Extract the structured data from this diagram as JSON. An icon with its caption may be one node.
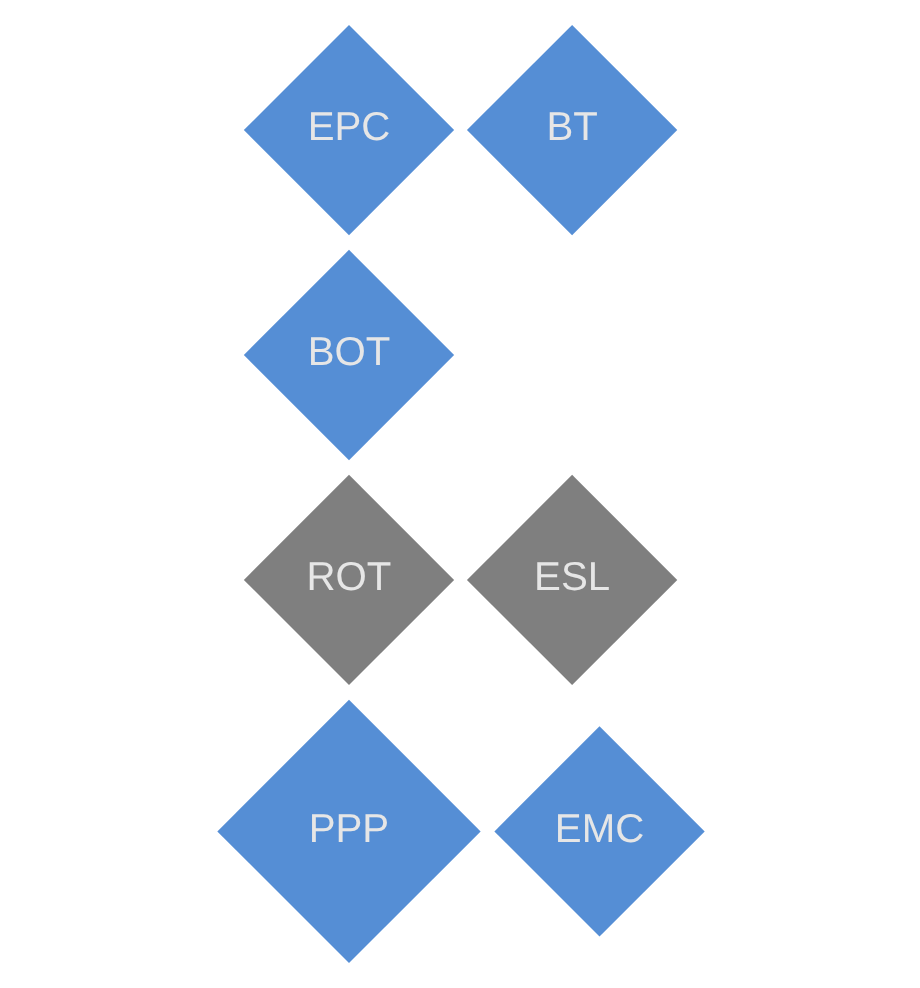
{
  "diagram": {
    "nodes": [
      {
        "text": [
          "EPC"
        ]
      },
      {
        "text": [
          "BT"
        ]
      },
      {
        "text": [
          "BOT"
        ]
      },
      {
        "text": [
          "ROT"
        ]
      },
      {
        "text": [
          "ESL"
        ]
      },
      {
        "text": [
          "PPP"
        ]
      },
      {
        "text": [
          "EMC"
        ]
      }
    ]
  }
}
